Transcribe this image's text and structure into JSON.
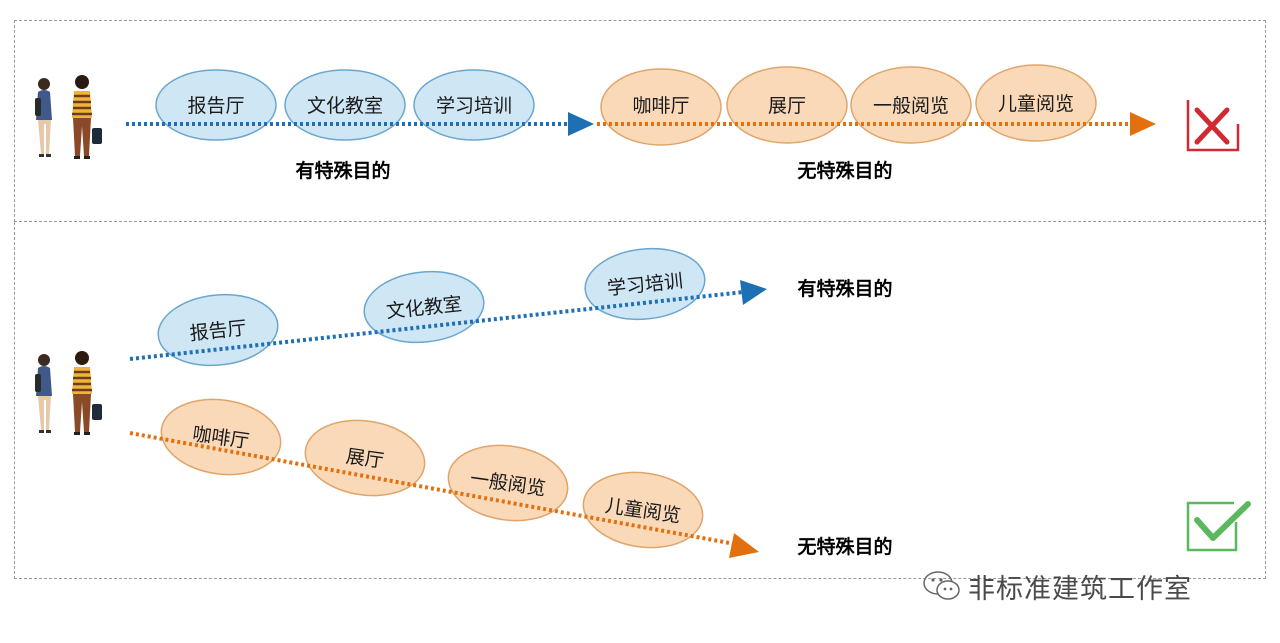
{
  "top_row": {
    "purpose_nodes": [
      "报告厅",
      "文化教室",
      "学习培训"
    ],
    "casual_nodes": [
      "咖啡厅",
      "展厅",
      "一般阅览",
      "儿童阅览"
    ],
    "purpose_caption": "有特殊目的",
    "casual_caption": "无特殊目的",
    "verdict_icon": "red-cross-icon"
  },
  "bottom_row": {
    "purpose_nodes": [
      "报告厅",
      "文化教室",
      "学习培训"
    ],
    "casual_nodes": [
      "咖啡厅",
      "展厅",
      "一般阅览",
      "儿童阅览"
    ],
    "purpose_caption": "有特殊目的",
    "casual_caption": "无特殊目的",
    "verdict_icon": "green-check-icon"
  },
  "colors": {
    "purpose_fill": "#cfe6f4",
    "purpose_stroke": "#6aa6cf",
    "purpose_arrow": "#1f6fb4",
    "casual_fill": "#fad9b8",
    "casual_stroke": "#e0a56a",
    "casual_arrow": "#e2700f",
    "cross": "#d22a32",
    "check": "#5cb85c"
  },
  "watermark": {
    "text": "非标准建筑工作室",
    "icon": "wechat-icon"
  }
}
